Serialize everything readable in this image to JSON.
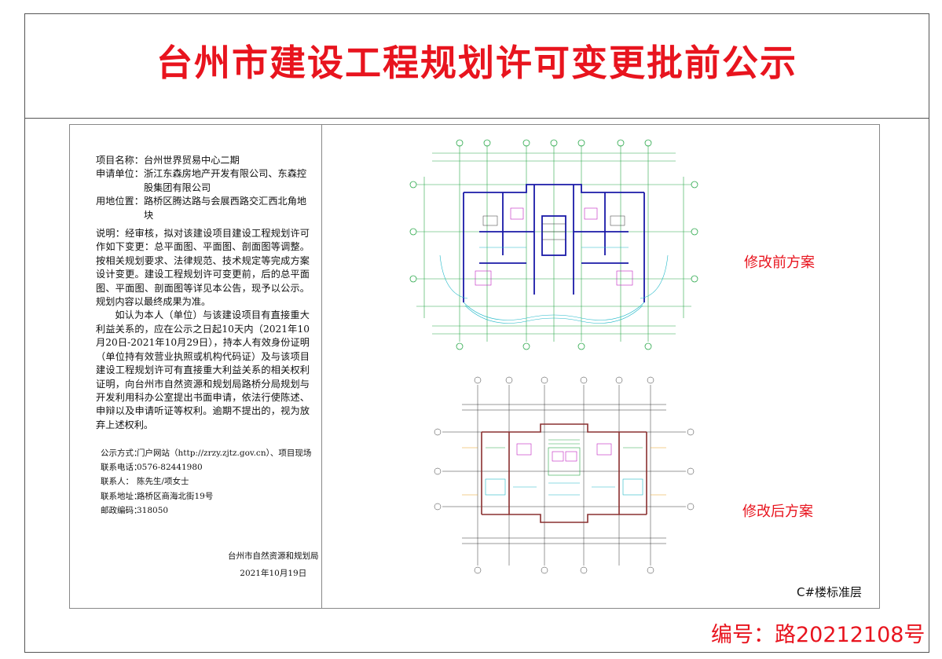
{
  "header": {
    "title": "台州市建设工程规划许可变更批前公示"
  },
  "project": {
    "name_label": "项目名称：",
    "name": "台州世界贸易中心二期",
    "applicant_label": "申请单位：",
    "applicant": "浙江东森房地产开发有限公司、东森控股集团有限公司",
    "location_label": "用地位置：",
    "location": "路桥区腾达路与会展西路交汇西北角地块"
  },
  "description": {
    "p1": "说明：经审核，拟对该建设项目建设工程规划许可作如下变更：总平面图、平面图、剖面图等调整。按相关规划要求、法律规范、技术规定等完成方案设计变更。建设工程规划许可变更前，后的总平面图、平面图、剖面图等详见本公告，现予以公示。规划内容以最终成果为准。",
    "p2": "如认为本人（单位）与该建设项目有直接重大利益关系的，应在公示之日起10天内（2021年10月20日-2021年10月29日），持本人有效身份证明（单位持有效营业执照或机构代码证）及与该项目建设工程规划许可有直接重大利益关系的相关权利证明，向台州市自然资源和规划局路桥分局规划与开发利用科办公室提出书面申请，依法行使陈述、申辩以及申请听证等权利。逾期不提出的，视为放弃上述权利。"
  },
  "contact": {
    "method_label": "公示方式：",
    "method": "门户网站（http://zrzy.zjtz.gov.cn）、项目现场",
    "phone_label": "联系电话：",
    "phone": "0576-82441980",
    "person_label": "联系人：",
    "person": "陈先生/项女士",
    "address_label": "联系地址：",
    "address": "路桥区商海北街19号",
    "postcode_label": "邮政编码：",
    "postcode": "318050"
  },
  "signature": {
    "org": "台州市自然资源和规划局",
    "date": "2021年10月19日"
  },
  "drawings": {
    "before_label": "修改前方案",
    "after_label": "修改后方案",
    "floor_label": "C#楼标准层"
  },
  "footer": {
    "code": "编号：路20212108号"
  },
  "colors": {
    "title_red": "#e8141e",
    "cad_blue": "#1a1aa8",
    "cad_green": "#2aa84a",
    "cad_cyan": "#20b8c8",
    "cad_magenta": "#c020c0"
  }
}
